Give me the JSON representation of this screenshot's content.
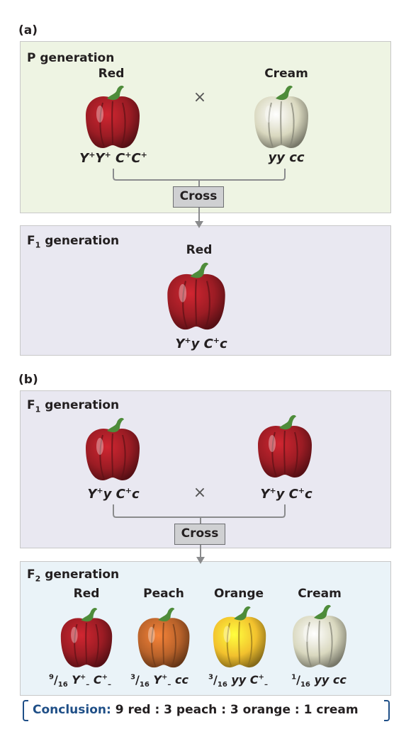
{
  "part_a": {
    "label": "(a)",
    "p_generation": {
      "title": "P generation",
      "parent1": {
        "phenotype": "Red",
        "geno_y": "Y",
        "geno_y_sup": "+",
        "geno_y2": "Y",
        "geno_y2_sup": "+",
        "geno_c": "C",
        "geno_c_sup": "+",
        "geno_c2": "C",
        "geno_c2_sup": "+"
      },
      "parent2": {
        "phenotype": "Cream",
        "genotype": "yy cc"
      },
      "times": "×",
      "cross_label": "Cross"
    },
    "f1_generation": {
      "title_main": "F",
      "title_sub": "1",
      "title_rest": " generation",
      "offspring": {
        "phenotype": "Red",
        "geno_y": "Y",
        "geno_y_sup": "+",
        "geno_y_rest": "y ",
        "geno_c": "C",
        "geno_c_sup": "+",
        "geno_c_rest": "c"
      }
    }
  },
  "part_b": {
    "label": "(b)",
    "f1_generation": {
      "title_main": "F",
      "title_sub": "1",
      "title_rest": " generation",
      "parent1": {
        "geno_y": "Y",
        "geno_y_sup": "+",
        "geno_y_rest": "y ",
        "geno_c": "C",
        "geno_c_sup": "+",
        "geno_c_rest": "c"
      },
      "parent2": {
        "geno_y": "Y",
        "geno_y_sup": "+",
        "geno_y_rest": "y ",
        "geno_c": "C",
        "geno_c_sup": "+",
        "geno_c_rest": "c"
      },
      "times": "×",
      "cross_label": "Cross"
    },
    "f2_generation": {
      "title_main": "F",
      "title_sub": "2",
      "title_rest": " generation",
      "classes": [
        {
          "phenotype": "Red",
          "frac_num": "9",
          "frac_den": "16",
          "geno_a": "Y",
          "geno_a_sup": "+",
          "geno_a_sub": "–",
          "geno_b": "C",
          "geno_b_sup": "+",
          "geno_b_sub": "–",
          "color": "#9b1c24"
        },
        {
          "phenotype": "Peach",
          "frac_num": "3",
          "frac_den": "16",
          "geno_a": "Y",
          "geno_a_sup": "+",
          "geno_a_sub": "–",
          "geno_b": "cc",
          "geno_b_sup": "",
          "geno_b_sub": "",
          "color": "#b8622a"
        },
        {
          "phenotype": "Orange",
          "frac_num": "3",
          "frac_den": "16",
          "geno_a": "yy",
          "geno_a_sup": "",
          "geno_a_sub": "",
          "geno_b": "C",
          "geno_b_sup": "+",
          "geno_b_sub": "–",
          "color": "#f2c12e"
        },
        {
          "phenotype": "Cream",
          "frac_num": "1",
          "frac_den": "16",
          "geno_a": "yy",
          "geno_a_sup": "",
          "geno_a_sub": "",
          "geno_b": "cc",
          "geno_b_sup": "",
          "geno_b_sub": "",
          "color": "#d9d8bf"
        }
      ]
    },
    "conclusion": {
      "label": "Conclusion:",
      "text": " 9 red : 3 peach : 3 orange : 1 cream"
    }
  },
  "colors": {
    "red_pepper": "#9b1c24",
    "cream_pepper": "#d9d8bf",
    "stem": "#4e8c3a",
    "accent": "#1f4f87"
  }
}
